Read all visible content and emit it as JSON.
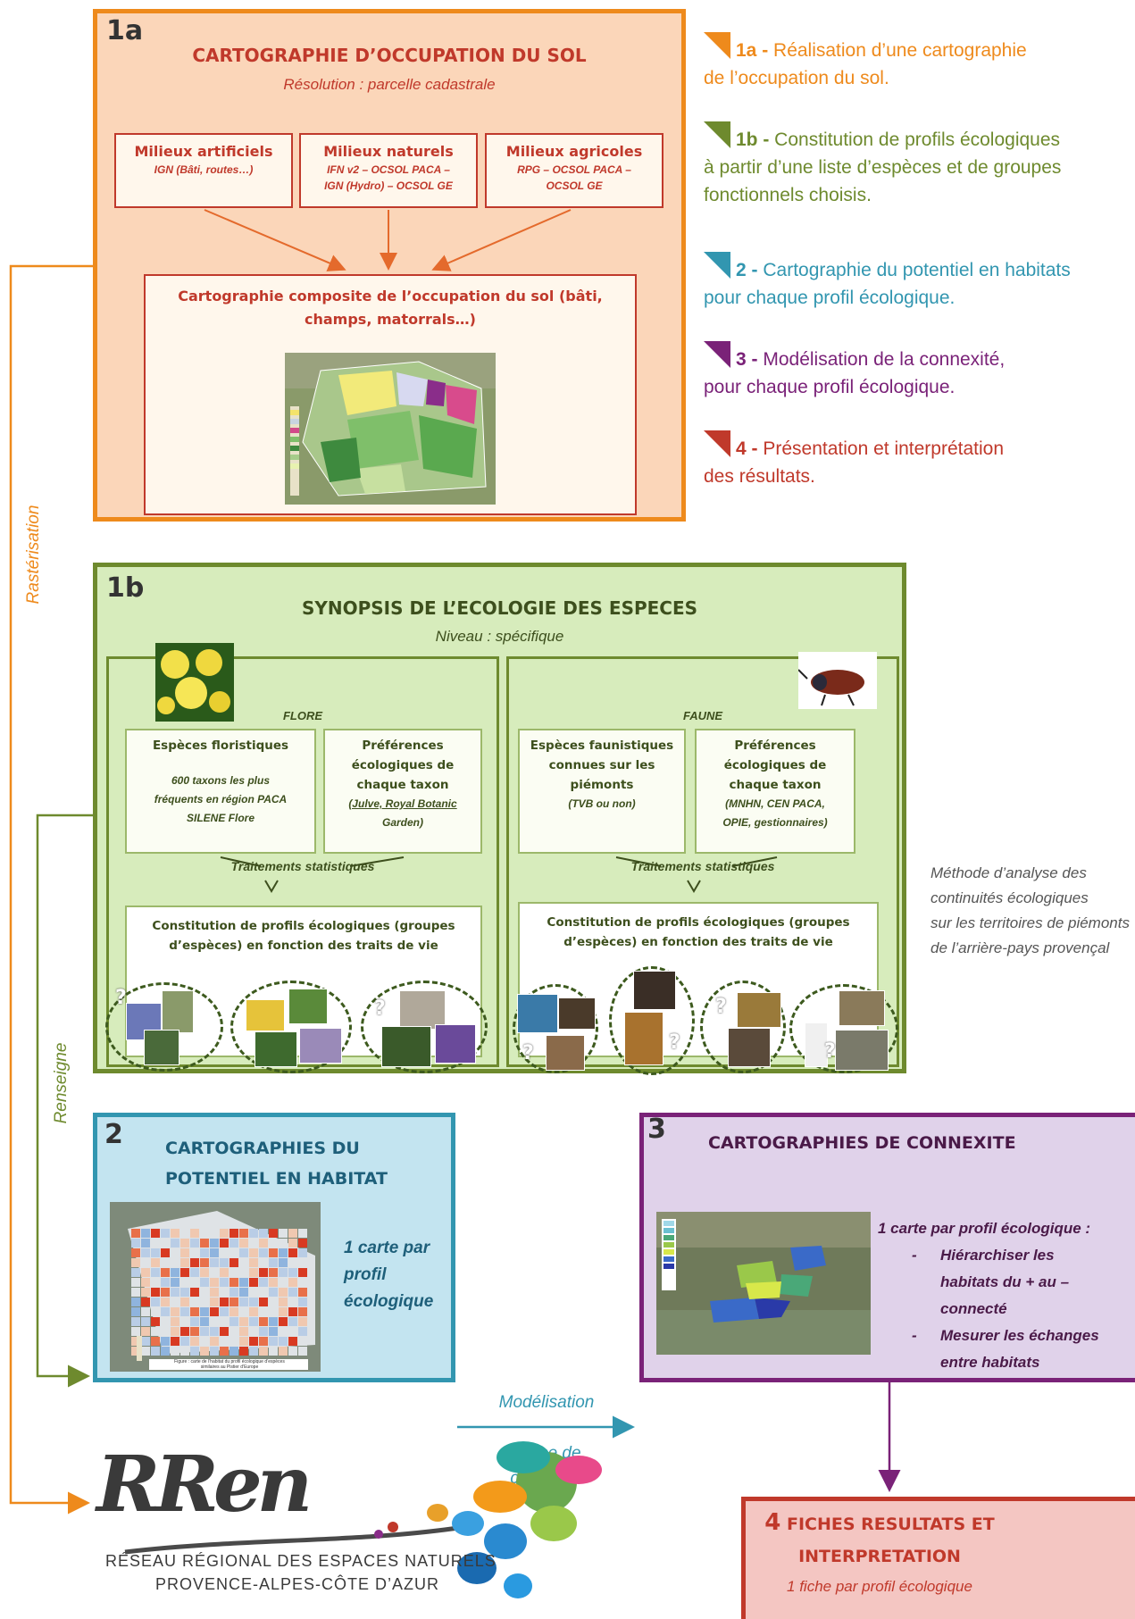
{
  "colors": {
    "orange": "#ee8a1c",
    "green": "#6e8a2e",
    "teal": "#3296b0",
    "purple": "#7a2278",
    "red": "#c0392b"
  },
  "legend": [
    {
      "num": "1a -",
      "text": " Réalisation d’une cartographie",
      "line2": "de l’occupation du sol.",
      "color": "#ee8a1c"
    },
    {
      "num": "1b -",
      "text": " Constitution de profils écologiques",
      "line2": "à partir d’une liste d’espèces et de groupes",
      "line3": "fonctionnels choisis.",
      "color": "#6e8a2e"
    },
    {
      "num": "2 -",
      "text": " Cartographie du potentiel en habitats",
      "line2": "pour chaque profil écologique.",
      "color": "#3296b0"
    },
    {
      "num": "3 -",
      "text": " Modélisation de la connexité,",
      "line2": "pour chaque profil écologique.",
      "color": "#7a2278"
    },
    {
      "num": "4 -",
      "text": " Présentation et interprétation",
      "line2": "des résultats.",
      "color": "#c0392b"
    }
  ],
  "box1a": {
    "num": "1a",
    "title": "CARTOGRAPHIE D’OCCUPATION DU SOL",
    "subtitle": "Résolution : parcelle cadastrale",
    "cats": [
      {
        "title": "Milieux artificiels",
        "src1": "IGN (Bâti, routes…)",
        "src2": ""
      },
      {
        "title": "Milieux naturels",
        "src1": "IFN v2 – OCSOL PACA –",
        "src2": "IGN (Hydro) – OCSOL GE"
      },
      {
        "title": "Milieux agricoles",
        "src1": "RPG – OCSOL PACA –",
        "src2": "OCSOL GE"
      }
    ],
    "composite1": "Cartographie composite de l’occupation du sol (bâti,",
    "composite2": "champs, matorrals…)"
  },
  "box1b": {
    "num": "1b",
    "title": "SYNOPSIS DE L’ECOLOGIE DES ESPECES",
    "subtitle": "Niveau : spécifique",
    "flore": {
      "label": "FLORE",
      "b1": {
        "l1": "Espèces floristiques",
        "l2": "600 taxons les plus",
        "l3": "fréquents en région PACA",
        "l4": "SILENE Flore"
      },
      "b2": {
        "l1": "Préférences",
        "l2": "écologiques de",
        "l3": "chaque taxon",
        "l4": "(Julve, Royal Botanic",
        "l5": "Garden)"
      },
      "stat": "Traitements statistiques",
      "prof1": "Constitution de profils écologiques (groupes",
      "prof2": "d’espèces) en fonction des traits de vie"
    },
    "faune": {
      "label": "FAUNE",
      "b1": {
        "l1": "Espèces faunistiques",
        "l2": "connues sur les",
        "l3": "piémonts",
        "l4": "(TVB ou non)"
      },
      "b2": {
        "l1": "Préférences",
        "l2": "écologiques de",
        "l3": "chaque taxon",
        "l4": "(MNHN, CEN PACA,",
        "l5": "OPIE, gestionnaires)"
      },
      "stat": "Traitements statistiques",
      "prof1": "Constitution de profils écologiques (groupes",
      "prof2": "d’espèces) en fonction des traits de vie"
    }
  },
  "caption": {
    "l1": "Méthode d’analyse des",
    "l2": "continuités écologiques",
    "l3": "sur les territoires de piémonts",
    "l4": "de l’arrière-pays provençal"
  },
  "side": {
    "rasterisation": "Rastérisation",
    "renseigne": "Renseigne"
  },
  "box2": {
    "num": "2",
    "title1": "CARTOGRAPHIES DU",
    "title2": "POTENTIEL EN HABITAT",
    "desc1": "1 carte par",
    "desc2": "profil",
    "desc3": "écologique",
    "figcap1": "Figure : carte de l’habitat du profil écologique d’espèces",
    "figcap2": "similaires au Pistier d’Europe"
  },
  "arrow23": {
    "top": "Modélisation",
    "bottom1": "Indice de",
    "bottom2": "connexité"
  },
  "box3": {
    "num": "3",
    "title": "CARTOGRAPHIES DE CONNEXITE",
    "desc": "1 carte par profil écologique :",
    "bullets": [
      {
        "dash": "-",
        "l1": "Hiérarchiser les",
        "l2": "habitats du + au –",
        "l3": "connecté"
      },
      {
        "dash": "-",
        "l1": "Mesurer les échanges",
        "l2": "entre habitats"
      }
    ]
  },
  "box4": {
    "num": "4",
    "title1": "FICHES RESULTATS ET",
    "title2": "INTERPRETATION",
    "desc": "1 fiche par profil écologique"
  },
  "logo": {
    "word": "RRen",
    "line1": "RÉSEAU RÉGIONAL DES ESPACES NATURELS",
    "line2": "PROVENCE-ALPES-CÔTE D’AZUR"
  }
}
